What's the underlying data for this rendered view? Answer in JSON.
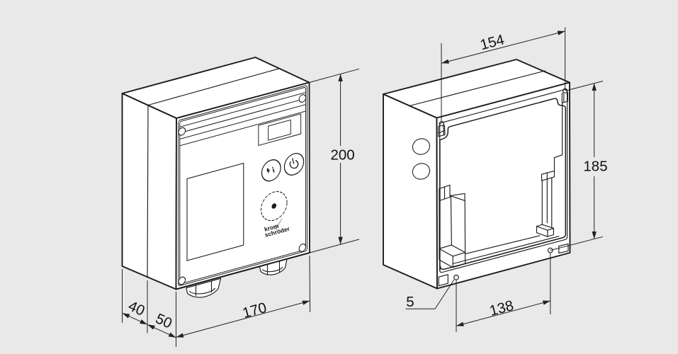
{
  "diagram": {
    "description": "Dimensioned technical drawing of a kromschroder burner control unit: front isometric view (left) and open housing view (right)",
    "background_color": "#e9e9e9",
    "line_color": "#1c1c1c",
    "face_color": "#ffffff",
    "front_view": {
      "dimensions": {
        "height": "200",
        "width": "170",
        "depth_rear": "40",
        "depth_front": "50"
      },
      "logo": {
        "line1": "krom",
        "line2": "schröder"
      },
      "buttons": {
        "reset_info_label": "i"
      }
    },
    "housing_view": {
      "dimensions": {
        "slot_spacing": "154",
        "hole_row_height": "185",
        "hole_spacing": "138",
        "hole_diameter": "5"
      }
    }
  }
}
